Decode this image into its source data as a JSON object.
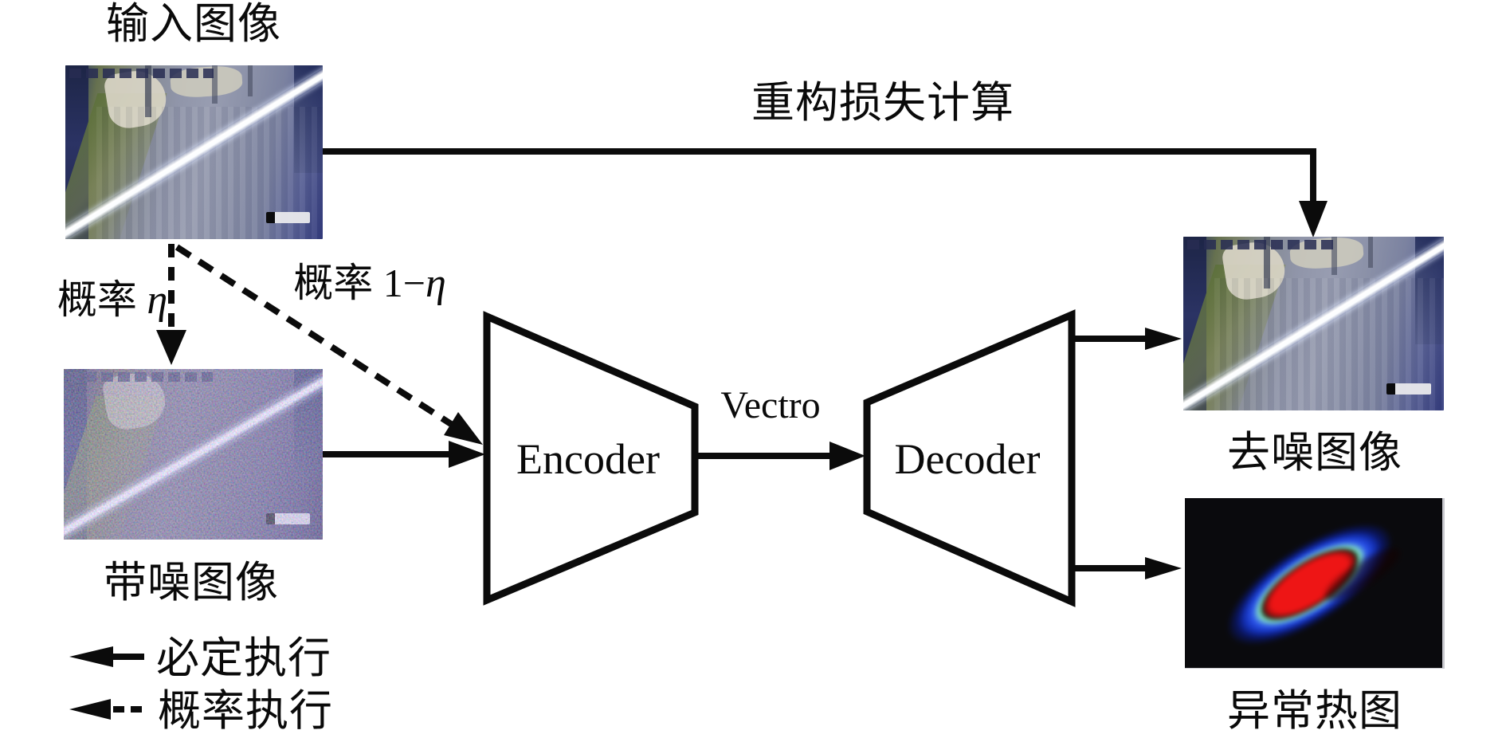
{
  "diagram": {
    "input_label": "输入图像",
    "recon_loss_label": "重构损失计算",
    "prob_eta": {
      "prefix": "概率 ",
      "symbol": "η"
    },
    "prob_one_minus_eta": {
      "prefix": "概率 1−",
      "symbol": "η"
    },
    "noisy_label": "带噪图像",
    "encoder_label": "Encoder",
    "vector_label": "Vectro",
    "decoder_label": "Decoder",
    "denoised_label": "去噪图像",
    "heatmap_label": "异常热图",
    "legend": [
      {
        "style": "solid",
        "label": "必定执行"
      },
      {
        "style": "dashed",
        "label": "概率执行"
      }
    ],
    "colors": {
      "line": "#0b0b0b",
      "background": "#ffffff",
      "heat_bg": "#0a0a0d",
      "heat_core": "#ee1515",
      "heat_ring": "#8df0c2",
      "heat_glow": "#2c55ee"
    }
  }
}
